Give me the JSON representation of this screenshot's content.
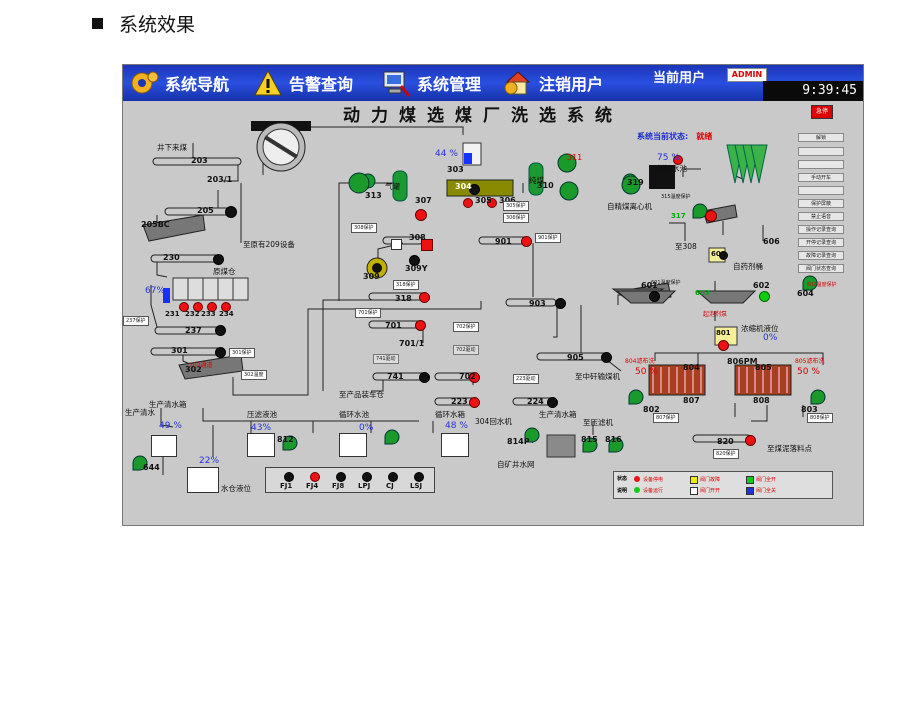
{
  "document": {
    "heading": "系统效果"
  },
  "hmi": {
    "nav": [
      {
        "label": "系统导航",
        "icon": "gear-icon"
      },
      {
        "label": "告警查询",
        "icon": "warning-icon"
      },
      {
        "label": "系统管理",
        "icon": "computer-icon"
      },
      {
        "label": "注销用户",
        "icon": "house-gear-icon"
      }
    ],
    "current_user_label": "当前用户",
    "current_user": "ADMIN",
    "clock": "9:39:45",
    "title": "动力煤选煤厂洗选系统",
    "status_label": "系统当前状态:",
    "status_value": "就绪",
    "estop_label": "急停",
    "right_buttons": [
      "解锁",
      "",
      "",
      "手动开车",
      "",
      "保护屏蔽",
      "禁止语音",
      "操作记录查询",
      "开停记录查询",
      "故障记录查询",
      "阀门状态查询"
    ],
    "equipment": {
      "e203": "203",
      "e203_1": "203/1",
      "e205": "205",
      "e205bc": "205BC",
      "e230": "230",
      "e231": "231",
      "e232": "232",
      "e233": "233",
      "e234": "234",
      "e237": "237",
      "e301": "301",
      "e302": "302",
      "e303": "303",
      "e304": "304",
      "e305": "305",
      "e306": "306",
      "e307": "307",
      "e308": "308",
      "e309": "309",
      "e309y": "309Y",
      "e310": "310",
      "e311": "311",
      "e313": "313",
      "e318": "318",
      "e319": "319",
      "e317": "317",
      "e701": "701",
      "e701_1": "701/1",
      "e741": "741",
      "e702": "702",
      "e901": "901",
      "e903": "903",
      "e905": "905",
      "e223": "223",
      "e224": "224",
      "e601": "601",
      "e602": "602",
      "e603": "603",
      "e604": "604",
      "e606": "606",
      "e609": "609",
      "e801": "801",
      "e802": "802",
      "e803": "803",
      "e804": "804",
      "e805": "805",
      "e806pm": "806PM",
      "e807": "807",
      "e808": "808",
      "e812": "812",
      "e814p": "814P",
      "e815": "815",
      "e816": "816",
      "e820": "820",
      "e644": "644",
      "e606b": "606"
    },
    "labels": {
      "mine_coal": "井下来煤",
      "to_raw_209": "至原有209设备",
      "raw_bin": "原煤仓",
      "gas_tank": "气罐",
      "pure_coal": "纯煤",
      "slime_pool": "煤泥水池",
      "centrifuge": "自精煤离心机",
      "to_308": "至308",
      "auto_pump": "自药剂桶",
      "to_product": "至产品装车仓",
      "to_middling": "至中矸输煤机",
      "product_water": "生产清水箱",
      "to_filter": "至压滤机",
      "from_mine": "自矿井水网",
      "to_slime": "至煤泥落料点",
      "circ_tank1": "循环水池",
      "circ_tank2": "循环水箱",
      "press_pool": "压滤液池",
      "prod_water": "生产清水",
      "water_tank": "水仓液位",
      "thickener_level": "浓缩机液位",
      "return_304": "304回水机",
      "flotation_pump": "起泡剂泵",
      "filter_804": "804滤布洗",
      "filter_805": "805滤布洗",
      "pct_thickener": "0%",
      "pct_303": "44 %",
      "pct_slime": "75 %",
      "pct_raw": "67%",
      "pct_w1": "49 %",
      "pct_w2": "43%",
      "pct_w3": "0%",
      "pct_w4": "48 %",
      "pct_w5": "22%",
      "pct_f1": "50 %",
      "pct_f2": "50 %",
      "red_302": "302通道",
      "red_311": "311"
    },
    "tags": {
      "t237": "237保护",
      "t301": "301保护",
      "t302": "302温度",
      "t305": "305保护",
      "t306": "306保护",
      "t308": "308保护",
      "t901": "901保护",
      "t318": "318保护",
      "t701": "701保护",
      "t702": "702保护",
      "t741": "741驱动",
      "t702b": "702驱动",
      "t223": "223驱动",
      "t807": "807保护",
      "t808": "808保护",
      "t820": "820保护",
      "t319": "319温度",
      "t315": "315温度保护",
      "t601": "601温度保护",
      "t602": "602温度保护",
      "t317": "317",
      "t609": "起泡器保护"
    },
    "bottom_bar": [
      "FJ1",
      "FJ4",
      "FJ8",
      "LPJ",
      "CJ",
      "LSJ"
    ],
    "legend": {
      "title1": "状态",
      "title2": "说明",
      "items": [
        "设备停电",
        "设备运行",
        "阀门故障",
        "阀门开开",
        "阀门全开",
        "阀门全关"
      ]
    }
  }
}
